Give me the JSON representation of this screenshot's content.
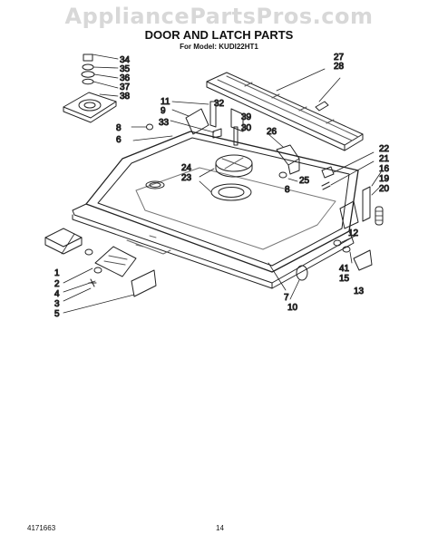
{
  "header": {
    "watermark": "AppliancePartsPros.com",
    "title": "DOOR AND LATCH PARTS",
    "model": "For Model: KUDI22HT1"
  },
  "footer": {
    "doc_number": "4171663",
    "page_number": "14"
  },
  "callouts": [
    "34",
    "35",
    "36",
    "37",
    "38",
    "27",
    "28",
    "11",
    "9",
    "32",
    "33",
    "8",
    "6",
    "39",
    "30",
    "26",
    "24",
    "23",
    "25",
    "22",
    "21",
    "16",
    "19",
    "20",
    "8",
    "12",
    "1",
    "2",
    "4",
    "3",
    "5",
    "41",
    "15",
    "13",
    "7",
    "10"
  ]
}
